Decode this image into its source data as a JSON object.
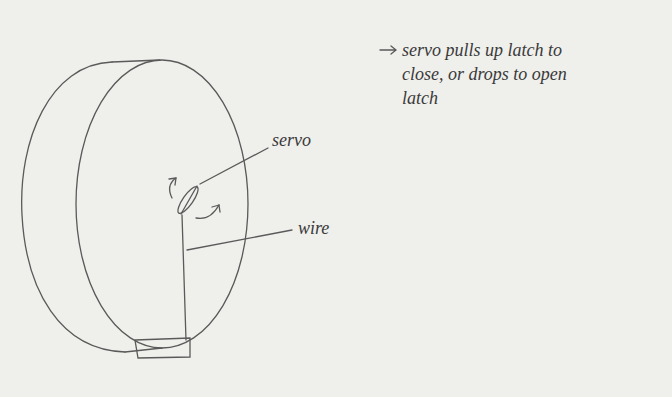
{
  "diagram": {
    "labels": [
      "servo",
      "wire",
      "servo pulls up latch to close, or drops to open latch"
    ]
  }
}
